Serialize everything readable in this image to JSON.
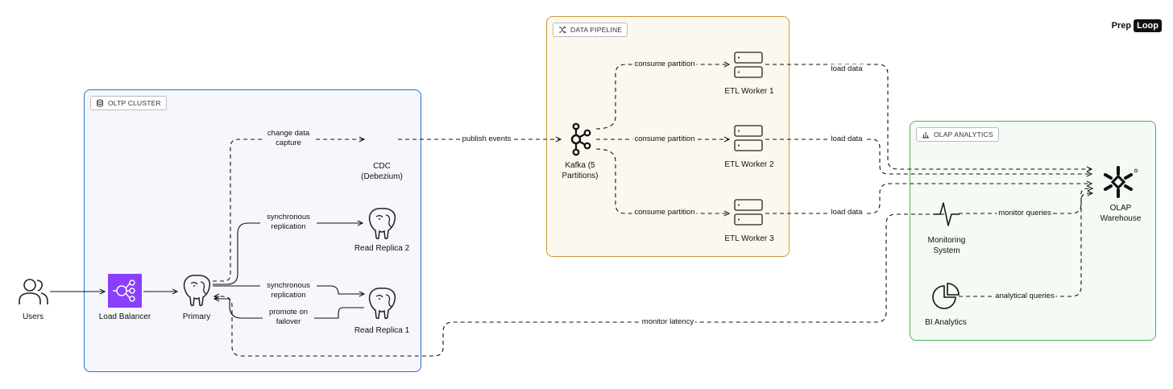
{
  "brand": {
    "prep": "Prep",
    "loop": "Loop"
  },
  "groups": {
    "oltp": "OLTP CLUSTER",
    "pipeline": "DATA PIPELINE",
    "olap": "OLAP ANALYTICS"
  },
  "nodes": {
    "users": "Users",
    "load_balancer": "Load Balancer",
    "primary": "Primary",
    "cdc_line1": "CDC",
    "cdc_line2": "(Debezium)",
    "replica2": "Read Replica 2",
    "replica1": "Read Replica 1",
    "kafka": "Kafka (5 Partitions)",
    "etl1": "ETL Worker 1",
    "etl2": "ETL Worker 2",
    "etl3": "ETL Worker 3",
    "olap_warehouse": "OLAP Warehouse",
    "monitoring": "Monitoring System",
    "bi": "BI Analytics"
  },
  "edges": {
    "change_data_capture": "change data capture",
    "sync_repl_2": "synchronous replication",
    "sync_repl_1": "synchronous replication",
    "promote": "promote on failover",
    "publish_events": "publish events",
    "consume_1": "consume partition",
    "consume_2": "consume partition",
    "consume_3": "consume partition",
    "load_1": "load data",
    "load_2": "load data",
    "load_3": "load data",
    "monitor_queries": "monitor queries",
    "analytical_queries": "analytical queries",
    "monitor_latency": "monitor latency"
  },
  "colors": {
    "oltp_border": "#2f6fc9",
    "oltp_fill": "#f5f7fc",
    "pipeline_border": "#c99a3a",
    "pipeline_fill": "#fbf8ef",
    "olap_border": "#4caf50",
    "olap_fill": "#f3fbf4",
    "lb_purple": "#8a3ffc"
  }
}
